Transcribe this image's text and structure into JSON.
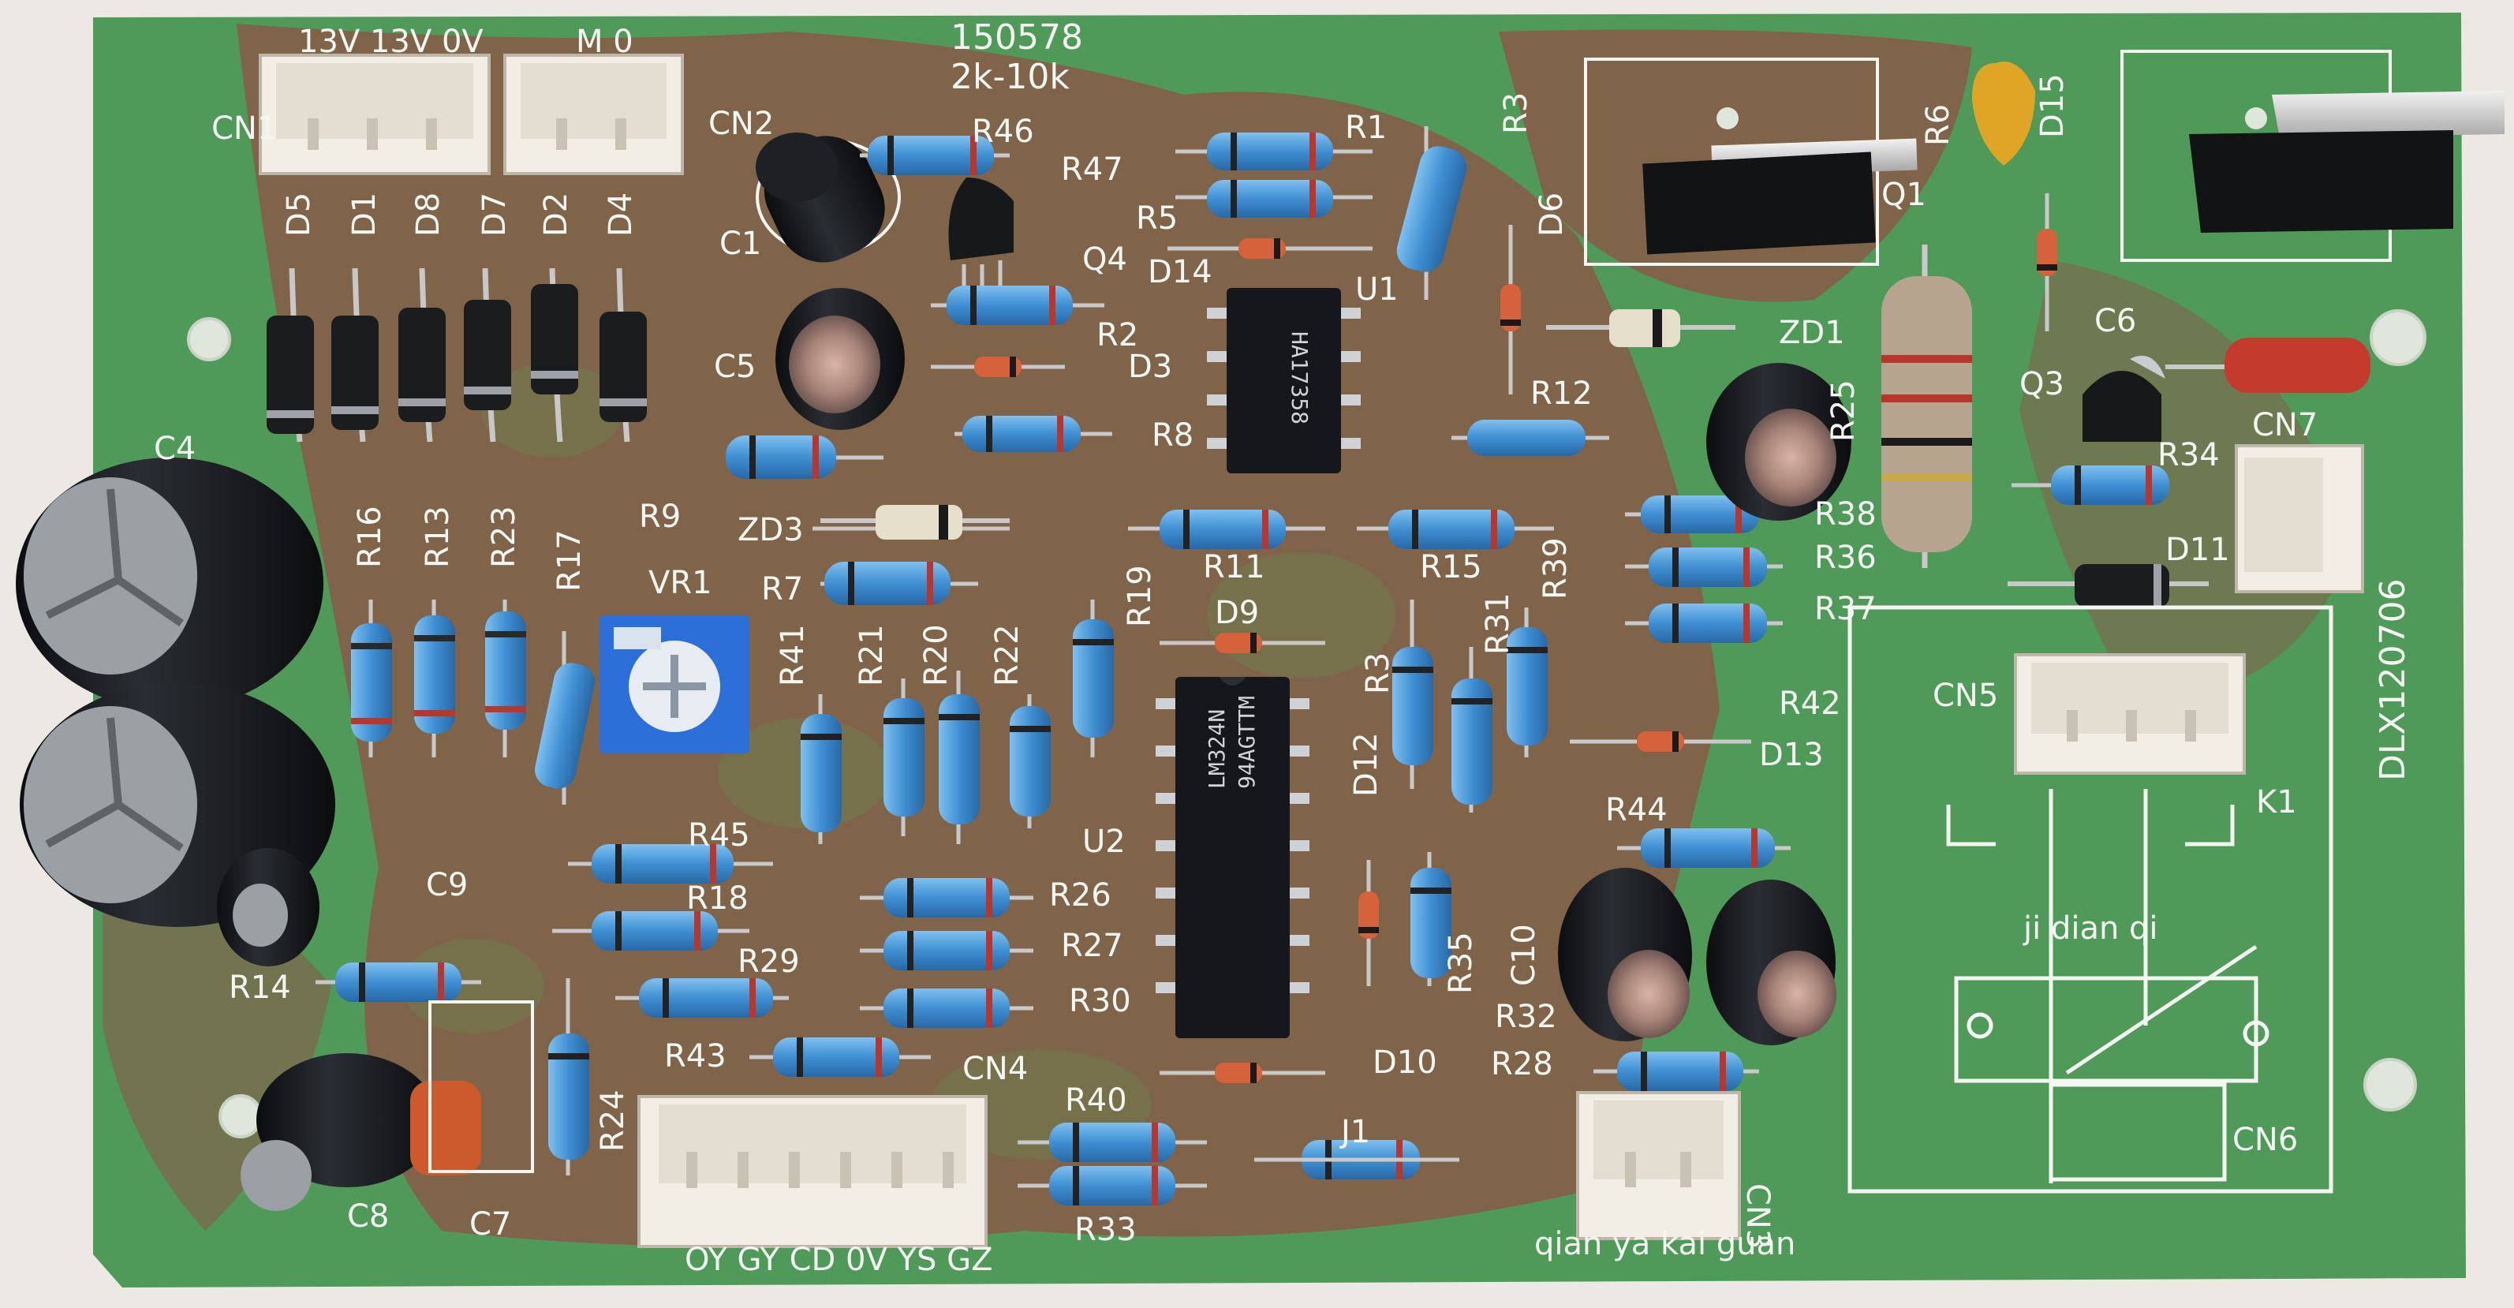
{
  "board": {
    "header_line1": "150578",
    "header_line2": "2k-10k",
    "board_id": "DLX120706",
    "colors": {
      "pcb_green": "#4f9a59",
      "pcb_brown": "#8a5a49",
      "silkscreen": "#f4f6f2",
      "resistor_blue": "#3f8fd2",
      "electrolytic_black": "#181a1d",
      "connector_white": "#f2eee6",
      "trimpot_blue": "#2d6fd8"
    }
  },
  "connectors": {
    "cn1": {
      "ref": "CN1",
      "pins": "13V 13V 0V"
    },
    "cn2": {
      "ref": "CN2",
      "pins": "M    0"
    },
    "cn3": {
      "ref": "CN3",
      "caption": "qian ya kai guan"
    },
    "cn4": {
      "ref": "CN4",
      "pins": "OY GY CD 0V YS GZ"
    },
    "cn5": {
      "ref": "CN5"
    },
    "cn6": {
      "ref": "CN6"
    },
    "cn7": {
      "ref": "CN7"
    }
  },
  "relay": {
    "ref": "K1",
    "caption": "ji dian qi"
  },
  "ics": {
    "u1": {
      "ref": "U1",
      "marking": "HA17358"
    },
    "u2": {
      "ref": "U2",
      "marking": "LM324N",
      "marking2": "94AGTTM"
    }
  },
  "trimpot": {
    "ref": "VR1"
  },
  "labels": {
    "diodes_top": [
      "D5",
      "D1",
      "D8",
      "D7",
      "D2",
      "D4"
    ],
    "resistors_left": [
      "R16",
      "R13",
      "R23",
      "R17"
    ],
    "resistors_mid": [
      "R41",
      "R21",
      "R20",
      "R22",
      "R19"
    ],
    "misc": {
      "c1": "C1",
      "c4": "C4",
      "c5": "C5",
      "c6": "C6",
      "c7": "C7",
      "c8": "C8",
      "c9": "C9",
      "c10": "C10",
      "d3": "D3",
      "d6": "D6",
      "d9": "D9",
      "d10": "D10",
      "d11": "D11",
      "d12": "D12",
      "d13": "D13",
      "d14": "D14",
      "d15": "D15",
      "zd1": "ZD1",
      "zd3": "ZD3",
      "q1": "Q1",
      "q3": "Q3",
      "q4": "Q4",
      "r1": "R1",
      "r2": "R2",
      "r3": "R3",
      "r5": "R5",
      "r6": "R6",
      "r7": "R7",
      "r8": "R8",
      "r9": "R9",
      "r11": "R11",
      "r12": "R12",
      "r14": "R14",
      "r15": "R15",
      "r18": "R18",
      "r24": "R24",
      "r25": "R25",
      "r26": "R26",
      "r27": "R27",
      "r28": "R28",
      "r29": "R29",
      "r30": "R30",
      "r31": "R31",
      "r32": "R32",
      "r33": "R33",
      "r34": "R34",
      "r35": "R35",
      "r36": "R36",
      "r37": "R37",
      "r38": "R38",
      "r39": "R39",
      "r40": "R40",
      "r42": "R42",
      "r43": "R43",
      "r44": "R44",
      "r45": "R45",
      "r46": "R46",
      "r47": "R47",
      "j1": "J1"
    }
  }
}
